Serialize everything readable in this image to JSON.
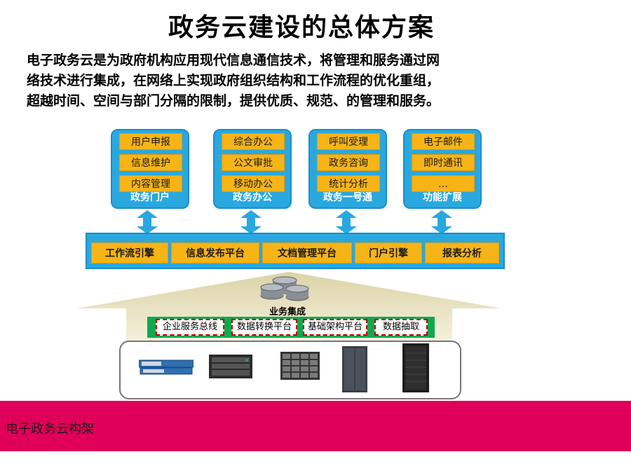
{
  "title": "政务云建设的总体方案",
  "intro_lines": [
    "电子政务云是为政府机构应用现代信息通信技术，将管理和服务通过网",
    "络技术进行集成，在网络上实现政府组织结构和工作流程的优化重组，",
    "超越时间、空间与部门分隔的限制，提供优质、规范、的管理和服务。"
  ],
  "modules": [
    {
      "label": "政务门户",
      "items": [
        "用户申报",
        "信息维护",
        "内容管理"
      ]
    },
    {
      "label": "政务办公",
      "items": [
        "综合办公",
        "公文审批",
        "移动办公"
      ]
    },
    {
      "label": "政务一号通",
      "items": [
        "呼叫受理",
        "政务咨询",
        "统计分析"
      ]
    },
    {
      "label": "功能扩展",
      "items": [
        "电子邮件",
        "即时通讯",
        "…"
      ]
    }
  ],
  "platform_items": [
    "工作流引擎",
    "信息发布平台",
    "文档管理平台",
    "门户引擎",
    "报表分析"
  ],
  "integration_label": "业务集成",
  "integration_items": [
    "企业服务总线",
    "数据转换平台",
    "基础架构平台",
    "数据抽取"
  ],
  "hardware_icons": [
    "network-switch-icon",
    "rack-server-icon",
    "storage-array-icon",
    "cabinet-server-icon",
    "rack-cabinet-icon"
  ],
  "footer_label": "电子政务云构架",
  "colors": {
    "module_blue": "#29a8e0",
    "item_orange": "#f6b417",
    "integration_green": "#10a84f",
    "footer_magenta": "#e0005a",
    "house_fill": "#e9e3c4"
  }
}
